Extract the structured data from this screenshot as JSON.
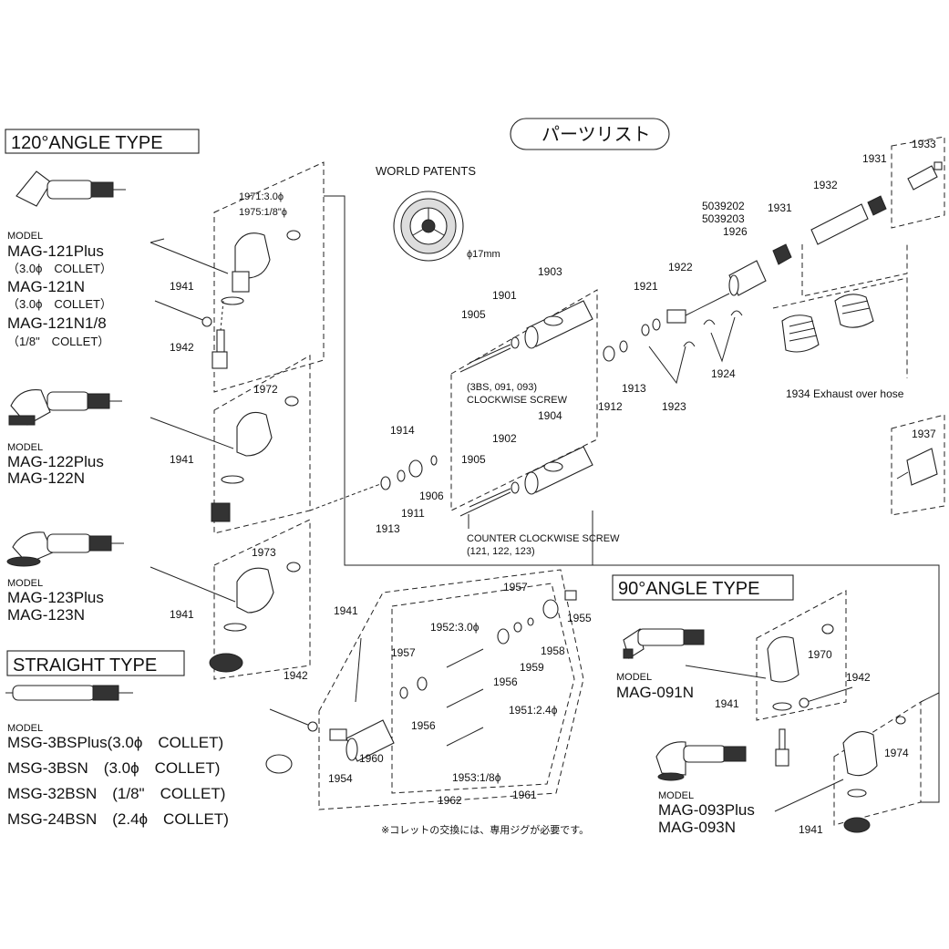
{
  "headings": {
    "angle120": "120°ANGLE TYPE",
    "straight": "STRAIGHT TYPE",
    "angle90": "90°ANGLE TYPE",
    "parts_list": "パーツリスト",
    "world_patents": "WORLD PATENTS"
  },
  "models": {
    "mag121": {
      "label": "MODEL",
      "lines": [
        "MAG-121Plus",
        "（3.0ϕ　COLLET）",
        "MAG-121N",
        "（3.0ϕ　COLLET）",
        "MAG-121N1/8",
        "（1/8\"　COLLET）"
      ]
    },
    "mag122": {
      "label": "MODEL",
      "lines": [
        "MAG-122Plus",
        "MAG-122N"
      ]
    },
    "mag123": {
      "label": "MODEL",
      "lines": [
        "MAG-123Plus",
        "MAG-123N"
      ]
    },
    "msg": {
      "label": "MODEL",
      "lines": [
        "MSG-3BSPlus(3.0ϕ　COLLET)",
        "MSG-3BSN　(3.0ϕ　COLLET)",
        "MSG-32BSN　(1/8\"　COLLET)",
        "MSG-24BSN　(2.4ϕ　COLLET)"
      ]
    },
    "mag091": {
      "label": "MODEL",
      "lines": [
        "MAG-091N"
      ]
    },
    "mag093": {
      "label": "MODEL",
      "lines": [
        "MAG-093Plus",
        "MAG-093N"
      ]
    }
  },
  "annotations": {
    "dia17": "ϕ17mm",
    "cw": [
      "(3BS, 091, 093)",
      "CLOCKWISE SCREW"
    ],
    "ccw": [
      "COUNTER CLOCKWISE SCREW",
      "(121, 122, 123)"
    ],
    "exhaust": "1934  Exhaust over hose",
    "collet_3": "1971:3.0ϕ",
    "collet_18": "1975:1/8\"ϕ",
    "c1952": "1952:3.0ϕ",
    "c1951": "1951:2.4ϕ",
    "c1953": "1953:1/8ϕ",
    "footnote": "※コレットの交換には、専用ジグが必要です。"
  },
  "part_numbers": [
    "1933",
    "1931",
    "1932",
    "5039202",
    "5039203",
    "1926",
    "1931",
    "1922",
    "1921",
    "1903",
    "1901",
    "1905",
    "1912",
    "1913",
    "1923",
    "1924",
    "1904",
    "1902",
    "1905",
    "1914",
    "1906",
    "1911",
    "1913",
    "1941",
    "1942",
    "1941",
    "1941",
    "1971:3.0ϕ",
    "1972",
    "1973",
    "1937",
    "1941",
    "1942",
    "1954",
    "1960",
    "1957",
    "1956",
    "1952",
    "1956",
    "1951",
    "1953",
    "1962",
    "1961",
    "1957",
    "1959",
    "1958",
    "1955",
    "1970",
    "1942",
    "1941",
    "1974",
    "1941"
  ],
  "labels": {
    "n1933": "1933",
    "n1931a": "1931",
    "n1932": "1932",
    "n5039202": "5039202",
    "n5039203": "5039203",
    "n1926": "1926",
    "n1931b": "1931",
    "n1922": "1922",
    "n1921": "1921",
    "n1903": "1903",
    "n1901": "1901",
    "n1905a": "1905",
    "n1912": "1912",
    "n1913a": "1913",
    "n1923": "1923",
    "n1924": "1924",
    "n1904": "1904",
    "n1902": "1902",
    "n1905b": "1905",
    "n1914": "1914",
    "n1906": "1906",
    "n1911": "1911",
    "n1913b": "1913",
    "n1941a": "1941",
    "n1942a": "1942",
    "n1972": "1972",
    "n1941b": "1941",
    "n1973": "1973",
    "n1941c": "1941",
    "n1937": "1937",
    "n1941d": "1941",
    "n1942b": "1942",
    "n1954": "1954",
    "n1960": "1960",
    "n1957a": "1957",
    "n1956a": "1956",
    "n1956b": "1956",
    "n1962": "1962",
    "n1961": "1961",
    "n1957b": "1957",
    "n1959": "1959",
    "n1958": "1958",
    "n1955": "1955",
    "n1970": "1970",
    "n1942c": "1942",
    "n1941e": "1941",
    "n1974": "1974",
    "n1941f": "1941"
  }
}
